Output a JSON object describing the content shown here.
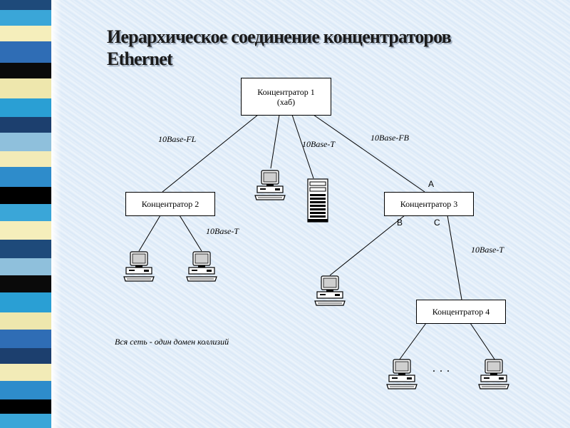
{
  "title": {
    "line1": "Иерархическое соединение концентраторов",
    "line2": "Ethernet"
  },
  "hubs": {
    "hub1_line1": "Концентратор 1",
    "hub1_line2": "(хаб)",
    "hub2": "Концентратор 2",
    "hub3": "Концентратор 3",
    "hub4": "Концентратор 4"
  },
  "links": {
    "fl": "10Base-FL",
    "t_top": "10Base-T",
    "fb": "10Base-FB",
    "t_left": "10Base-T",
    "t_right": "10Base-T"
  },
  "ports": {
    "a": "A",
    "b": "B",
    "c": "C"
  },
  "note": "Вся сеть - один домен коллизий",
  "ellipsis": ". . .",
  "icons": [
    "computer-icon",
    "server-icon"
  ],
  "colors": {
    "background": "#dde9f6",
    "stripe_bands": [
      "#1e4a7a",
      "#f5eebb",
      "#3aa6d8",
      "#0a0a0a",
      "#2a9fd4",
      "#eee7ad",
      "#2f6db5",
      "#8fc0dc",
      "#1c3f6e",
      "#f2ebb7",
      "#2e8ccb",
      "#000000"
    ]
  }
}
